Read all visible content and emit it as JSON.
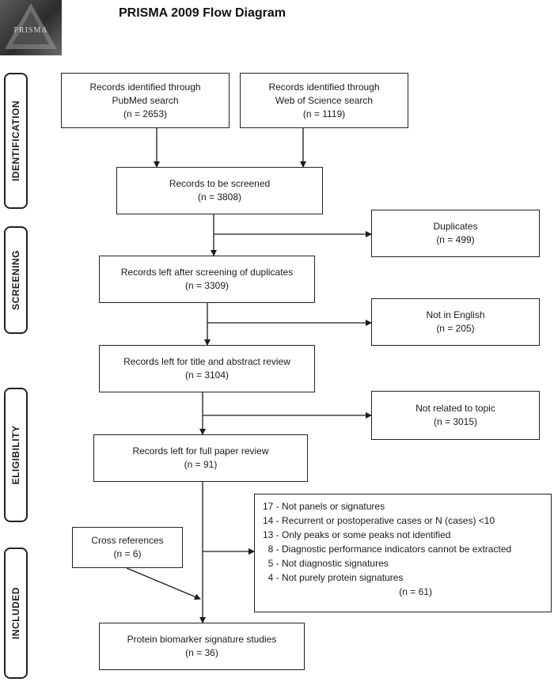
{
  "header": {
    "logo_text": "PRISMA",
    "title": "PRISMA 2009 Flow Diagram"
  },
  "phases": {
    "identification": "IDENTIFICATION",
    "screening": "SCREENING",
    "eligibility": "ELIGIBILITY",
    "included": "INCLUDED"
  },
  "boxes": {
    "pubmed": {
      "line1": "Records identified through",
      "line2": "PubMed search",
      "count": "(n = 2653)"
    },
    "wos": {
      "line1": "Records identified through",
      "line2": "Web of Science search",
      "count": "(n = 1119)"
    },
    "screened": {
      "line1": "Records to be screened",
      "count": "(n = 3808)"
    },
    "duplicates": {
      "line1": "Duplicates",
      "count": "(n = 499)"
    },
    "after_duplicates": {
      "line1": "Records left after screening of duplicates",
      "count": "(n = 3309)"
    },
    "not_english": {
      "line1": "Not in English",
      "count": "(n = 205)"
    },
    "title_abstract": {
      "line1": "Records left for title and abstract review",
      "count": "(n = 3104)"
    },
    "not_related": {
      "line1": "Not related to topic",
      "count": "(n = 3015)"
    },
    "full_paper": {
      "line1": "Records left for full paper review",
      "count": "(n = 91)"
    },
    "cross_refs": {
      "line1": "Cross references",
      "count": "(n = 6)"
    },
    "final": {
      "line1": "Protein biomarker signature studies",
      "count": "(n = 36)"
    }
  },
  "exclusion_reasons": {
    "items": [
      "17 - Not panels or signatures",
      "14 - Recurrent or postoperative cases or N (cases) <10",
      "13 - Only peaks or some peaks not identified",
      "  8 - Diagnostic performance indicators cannot be extracted",
      "  5 - Not diagnostic signatures",
      "  4 - Not purely protein signatures"
    ],
    "total": "(n = 61)"
  }
}
